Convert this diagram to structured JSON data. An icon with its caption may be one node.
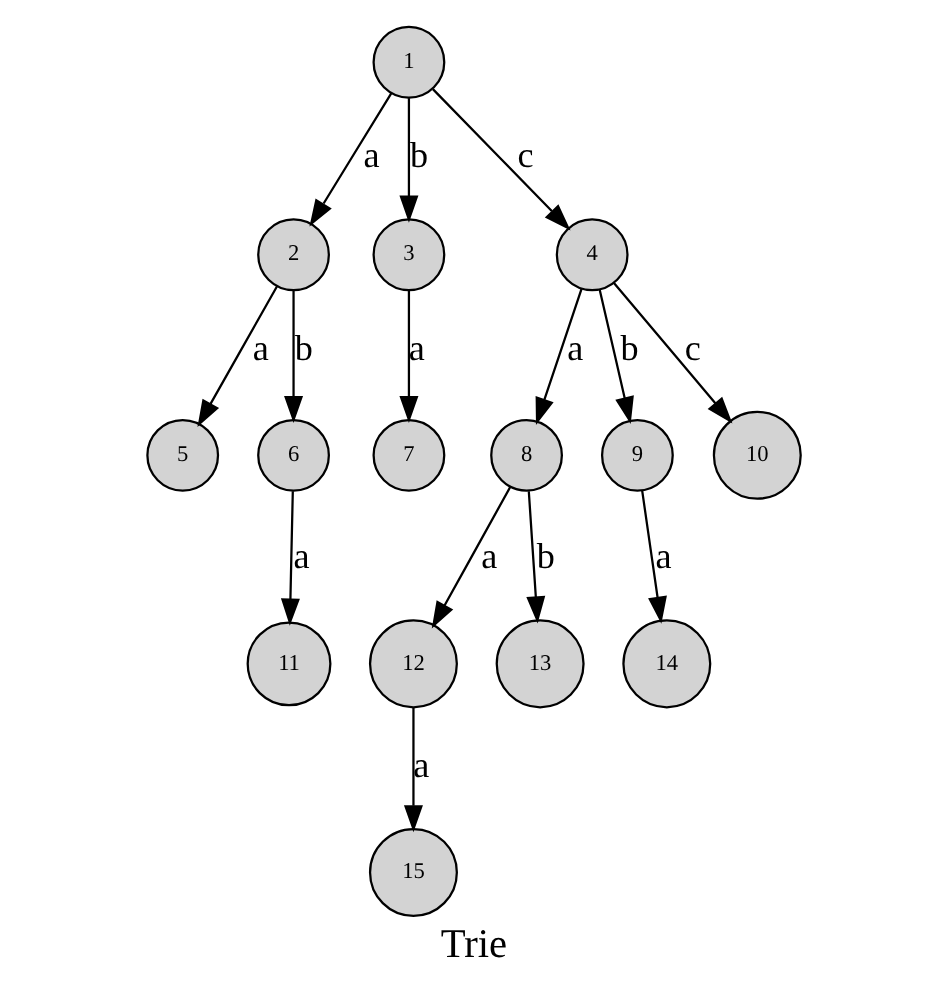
{
  "diagram": {
    "caption": "Trie",
    "nodes": [
      {
        "text": [
          "1"
        ]
      },
      {
        "text": [
          "2"
        ]
      },
      {
        "text": [
          "3"
        ]
      },
      {
        "text": [
          "4"
        ]
      },
      {
        "text": [
          "5"
        ]
      },
      {
        "text": [
          "6"
        ]
      },
      {
        "text": [
          "7"
        ]
      },
      {
        "text": [
          "8"
        ]
      },
      {
        "text": [
          "9"
        ]
      },
      {
        "text": [
          "10"
        ]
      },
      {
        "text": [
          "11"
        ]
      },
      {
        "text": [
          "12"
        ]
      },
      {
        "text": [
          "13"
        ]
      },
      {
        "text": [
          "14"
        ]
      },
      {
        "text": [
          "15"
        ]
      }
    ],
    "edges": [
      {
        "from": 0,
        "to": 1,
        "arrow": "to",
        "label": "a"
      },
      {
        "from": 0,
        "to": 2,
        "arrow": "to",
        "label": "b"
      },
      {
        "from": 0,
        "to": 3,
        "arrow": "to",
        "label": "c"
      },
      {
        "from": 1,
        "to": 4,
        "arrow": "to",
        "label": "a"
      },
      {
        "from": 1,
        "to": 5,
        "arrow": "to",
        "label": "b"
      },
      {
        "from": 2,
        "to": 6,
        "arrow": "to",
        "label": "a"
      },
      {
        "from": 3,
        "to": 7,
        "arrow": "to",
        "label": "a"
      },
      {
        "from": 3,
        "to": 8,
        "arrow": "to",
        "label": "b"
      },
      {
        "from": 3,
        "to": 9,
        "arrow": "to",
        "label": "c"
      },
      {
        "from": 5,
        "to": 10,
        "arrow": "to",
        "label": "a"
      },
      {
        "from": 7,
        "to": 11,
        "arrow": "to",
        "label": "a"
      },
      {
        "from": 7,
        "to": 12,
        "arrow": "to",
        "label": "b"
      },
      {
        "from": 8,
        "to": 13,
        "arrow": "to",
        "label": "a"
      },
      {
        "from": 11,
        "to": 14,
        "arrow": "to",
        "label": "a"
      }
    ]
  }
}
